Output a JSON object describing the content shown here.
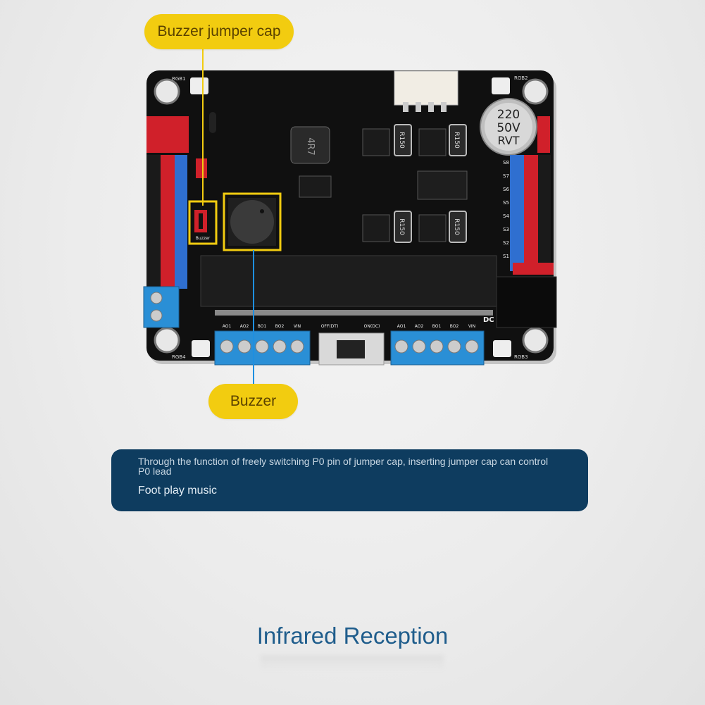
{
  "callouts": {
    "jumper_cap": "Buzzer jumper cap",
    "buzzer": "Buzzer"
  },
  "board": {
    "labels": {
      "rgb1": "RGB1",
      "rgb2": "RGB2",
      "rgb3": "RGB3",
      "rgb4": "RGB4",
      "buzzer_silk": "Buzzer",
      "cap_line1": "220",
      "cap_line2": "50V",
      "cap_line3": "RVT",
      "inductor": "4R7",
      "r150_1": "R150",
      "r150_2": "R150",
      "r150_3": "R150",
      "r150_4": "R150",
      "dc": "DC",
      "off": "OFF(DT)",
      "on": "ON(DC)",
      "term_left": [
        "AO1",
        "AO2",
        "BO1",
        "BO2",
        "VIN"
      ],
      "term_right": [
        "AO1",
        "AO2",
        "BO1",
        "BO2",
        "VIN"
      ],
      "servo": [
        "S8",
        "S7",
        "S6",
        "S5",
        "S4",
        "S3",
        "S2",
        "S1"
      ]
    },
    "colors": {
      "pcb": "#101010",
      "header_red": "#d0202a",
      "header_blue": "#2f6fd0",
      "terminal_blue": "#2a8fd6",
      "highlight": "#f2cc10"
    }
  },
  "info": {
    "line1": "Through the function of freely switching P0 pin of jumper cap, inserting jumper cap can control P0 lead",
    "line2": "Foot play music"
  },
  "heading": "Infrared Reception"
}
